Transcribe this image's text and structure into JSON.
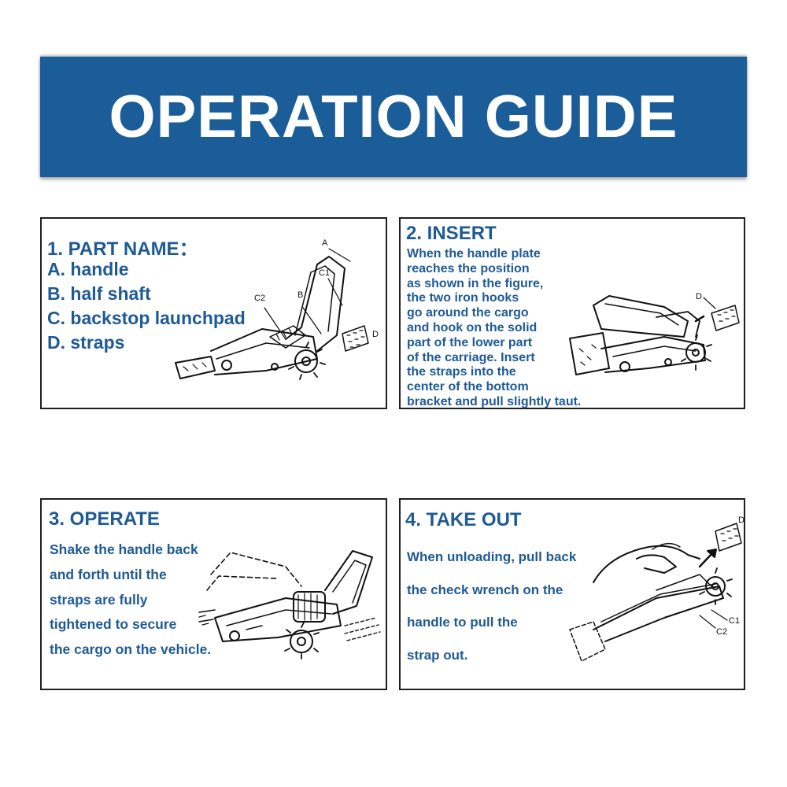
{
  "header": {
    "title": "OPERATION GUIDE"
  },
  "colors": {
    "banner": "#1b5d99",
    "text_blue": "#1e5a96",
    "border": "#1f1f1f"
  },
  "panel1": {
    "heading": "1.  PART NAME：",
    "parts": [
      "A.  handle",
      "B.  half shaft",
      "C.  backstop launchpad",
      "D.  straps"
    ],
    "figure_labels": {
      "a": "A",
      "b": "B",
      "c1": "C1",
      "c2": "C2",
      "d": "D"
    }
  },
  "panel2": {
    "heading": "2.  INSERT",
    "lines": [
      "When the handle plate",
      "reaches the position",
      "as shown in the figure,",
      "the two iron hooks",
      "go around the cargo",
      "and hook on the solid",
      "part of the lower part",
      "of the carriage. Insert",
      "the straps into the",
      "center of the bottom",
      "bracket and pull slightly taut."
    ],
    "figure_labels": {
      "d": "D"
    }
  },
  "panel3": {
    "heading": "3.  OPERATE",
    "lines": [
      "Shake the handle back",
      "and forth until the",
      "straps are fully",
      "tightened to secure",
      "the cargo on the vehicle."
    ]
  },
  "panel4": {
    "heading": "4.  TAKE OUT",
    "lines": [
      "When unloading, pull back",
      "the check wrench on the",
      "handle to pull the",
      "strap out."
    ],
    "figure_labels": {
      "d": "D",
      "c1": "C1",
      "c2": "C2"
    }
  }
}
